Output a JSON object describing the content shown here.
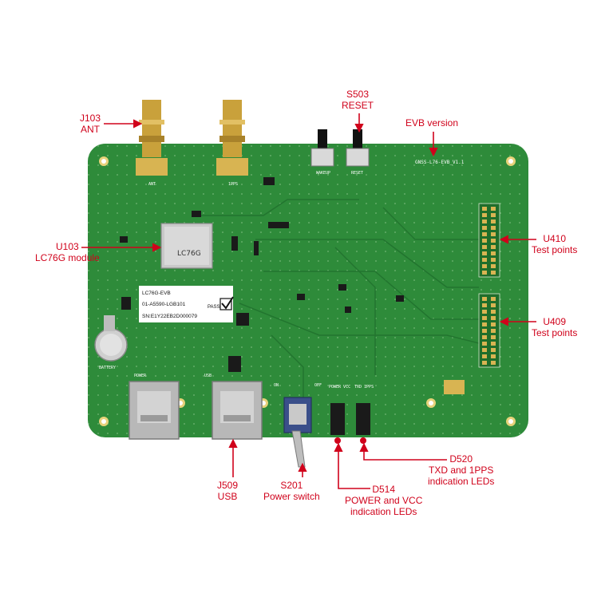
{
  "board": {
    "version_silk": "GNSS-L76-EVB_V1.1",
    "label_lines": [
      "LC76G-EVB",
      "01-A5590-LGB101",
      "SN:E1Y22EB2D000079"
    ],
    "pass_text": "PASS",
    "module_text": "LC76G",
    "silk_power": "POWER",
    "silk_usb": "USB",
    "silk_battery": "BATTERY",
    "silk_on": "ON",
    "silk_off": "OFF",
    "silk_power_vcc": "POWER VCC",
    "silk_txd_1pps": "TXD 1PPS",
    "silk_wakeup": "WAKEUP",
    "silk_reset": "RESET",
    "silk_ant": "ANT",
    "silk_1pps": "1PPS"
  },
  "callouts": [
    {
      "id": "j103",
      "lines": [
        "J103",
        "ANT"
      ]
    },
    {
      "id": "s503",
      "lines": [
        "S503",
        "RESET"
      ]
    },
    {
      "id": "evb",
      "lines": [
        "EVB version"
      ]
    },
    {
      "id": "u103",
      "lines": [
        "U103",
        "LC76G module"
      ]
    },
    {
      "id": "u410",
      "lines": [
        "U410",
        "Test points"
      ]
    },
    {
      "id": "u409",
      "lines": [
        "U409",
        "Test points"
      ]
    },
    {
      "id": "d520",
      "lines": [
        "D520",
        "TXD and 1PPS",
        "indication LEDs"
      ]
    },
    {
      "id": "j509",
      "lines": [
        "J509",
        "USB"
      ]
    },
    {
      "id": "s201",
      "lines": [
        "S201",
        "Power switch"
      ]
    },
    {
      "id": "d514",
      "lines": [
        "D514",
        "POWER and VCC",
        "indication LEDs"
      ]
    }
  ],
  "colors": {
    "pcb": "#2e8b3a",
    "pcb_dark": "#1f6e2b",
    "callout": "#d0021b",
    "gold": "#c9a13b",
    "connector": "#b8b8b8"
  }
}
